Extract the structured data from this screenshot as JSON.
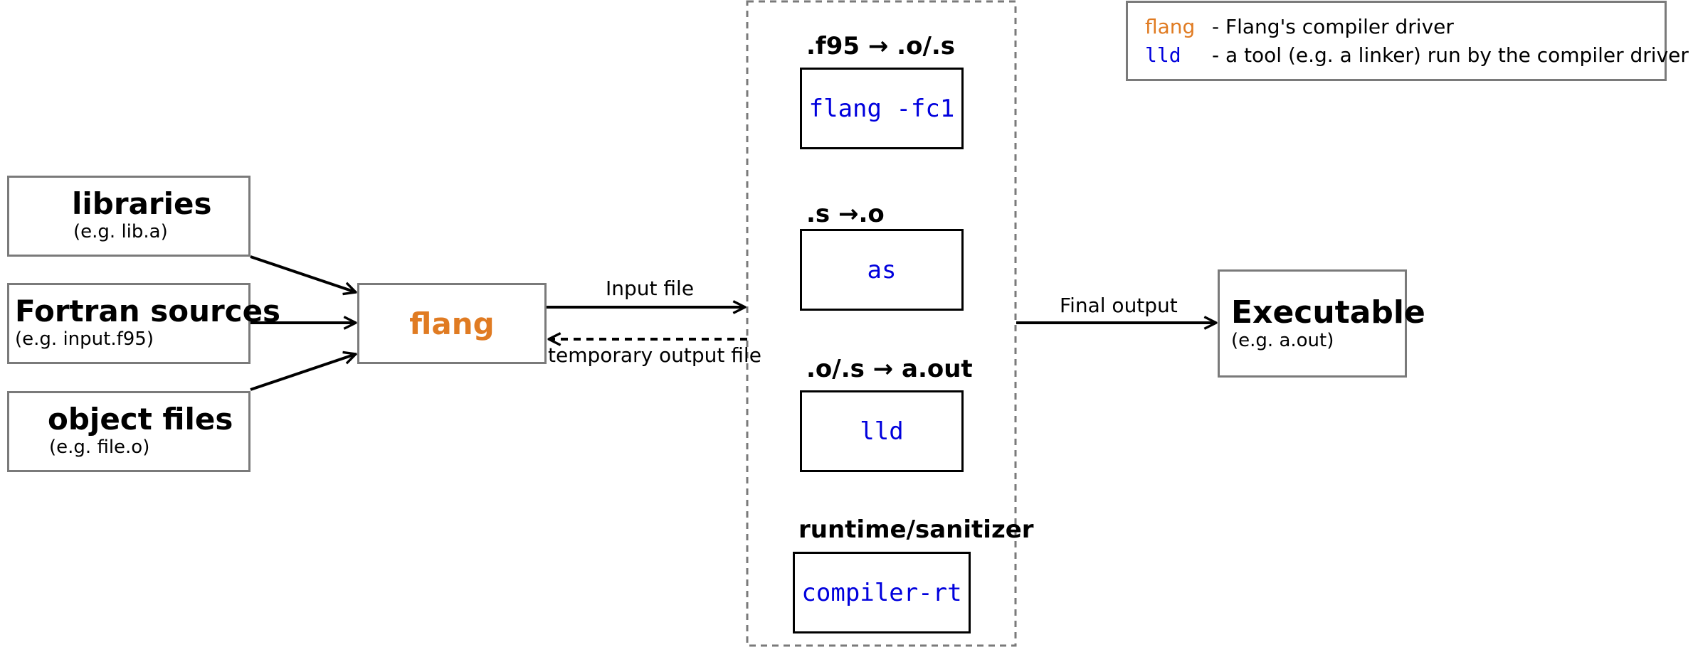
{
  "inputs": [
    {
      "title": "libraries",
      "example": "(e.g. lib.a)"
    },
    {
      "title": "Fortran sources",
      "example": "(e.g. input.f95)"
    },
    {
      "title": "object files",
      "example": "(e.g. file.o)"
    }
  ],
  "driver": {
    "label": "flang",
    "color": "#e07b22"
  },
  "edges": {
    "input_file": "Input file",
    "temporary_output": "temporary output file",
    "final_output": "Final output"
  },
  "tools": [
    {
      "stage": ".f95 → .o/.s",
      "name": "flang -fc1"
    },
    {
      "stage": ".s →.o",
      "name": "as"
    },
    {
      "stage": ".o/.s → a.out",
      "name": "lld"
    },
    {
      "stage": "runtime/sanitizer",
      "name": "compiler-rt"
    }
  ],
  "output": {
    "title": "Executable",
    "example": "(e.g. a.out)"
  },
  "legend": [
    {
      "key": "flang",
      "text": "- Flang's compiler driver",
      "color": "#e07b22"
    },
    {
      "key": "lld",
      "text": "- a tool (e.g. a linker) run by the compiler driver",
      "color": "#0000dd"
    }
  ]
}
